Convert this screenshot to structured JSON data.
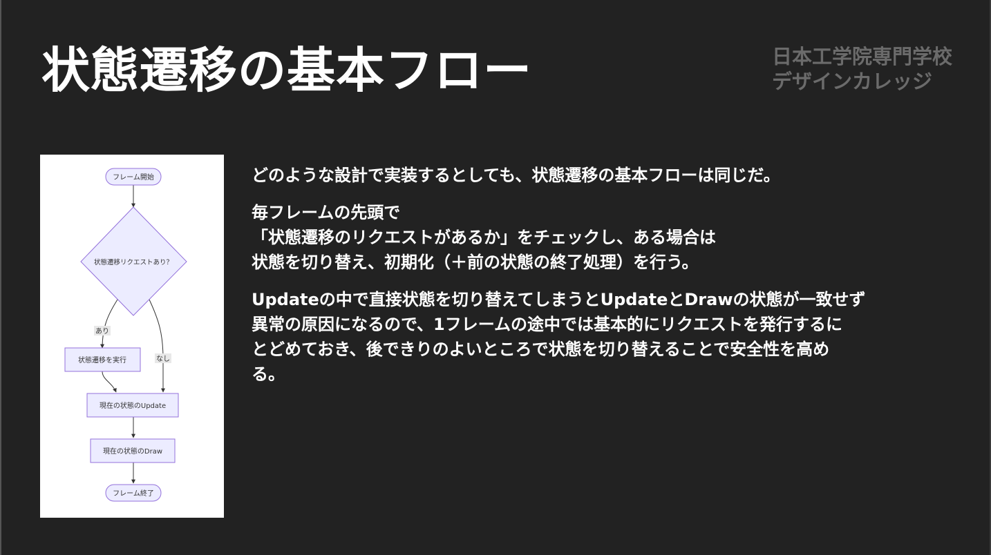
{
  "slide": {
    "title": "状態遷移の基本フロー",
    "logo": {
      "line1": "日本工学院専門学校",
      "line2": "デザインカレッジ"
    },
    "paragraphs": [
      [
        "どのような設計で実装するとしても、状態遷移の基本フローは同じだ。"
      ],
      [
        "毎フレームの先頭で",
        "「状態遷移のリクエストがあるか」をチェックし、ある場合は",
        "状態を切り替え、初期化（＋前の状態の終了処理）を行う。"
      ],
      [
        "Updateの中で直接状態を切り替えてしまうとUpdateとDrawの状態が一致せず",
        "異常の原因になるので、1フレームの途中では基本的にリクエストを発行するに",
        "とどめておき、後できりのよいところで状態を切り替えることで安全性を高め",
        "る。"
      ]
    ]
  },
  "flowchart": {
    "start": "フレーム開始",
    "decision": "状態遷移リクエストあり？",
    "yes_label": "あり",
    "no_label": "なし",
    "transition": "状態遷移を実行",
    "update": "現在の状態のUpdate",
    "draw": "現在の状態のDraw",
    "end": "フレーム終了"
  },
  "colors": {
    "background": "#222222",
    "text": "#ffffff",
    "logo": "#6b6b6b",
    "node_fill": "#ECECFF",
    "node_stroke": "#9370DB"
  }
}
